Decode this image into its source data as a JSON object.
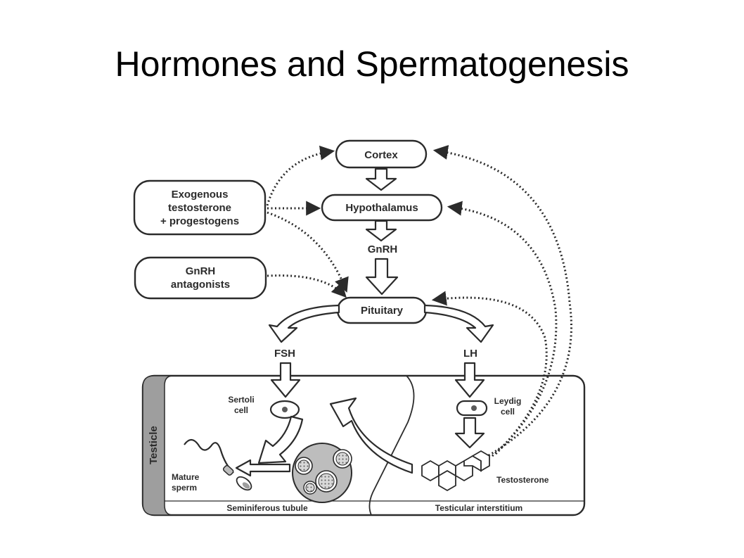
{
  "slide": {
    "title": "Hormones and Spermatogenesis"
  },
  "diagram": {
    "nodes": {
      "cortex": "Cortex",
      "hypothalamus": "Hypothalamus",
      "gnrh": "GnRH",
      "pituitary": "Pituitary",
      "fsh": "FSH",
      "lh": "LH",
      "exogenous_line1": "Exogenous",
      "exogenous_line2": "testosterone",
      "exogenous_line3": "+ progestogens",
      "gnrh_antagonists_line1": "GnRH",
      "gnrh_antagonists_line2": "antagonists",
      "sertoli_line1": "Sertoli",
      "sertoli_line2": "cell",
      "leydig_line1": "Leydig",
      "leydig_line2": "cell",
      "testosterone": "Testosterone",
      "mature_line1": "Mature",
      "mature_line2": "sperm",
      "testicle": "Testicle",
      "seminiferous_tubule": "Seminiferous tubule",
      "testicular_interstitium": "Testicular interstitium"
    },
    "colors": {
      "stroke": "#2b2b2b",
      "testicle_band": "#9e9e9e",
      "tubule_fill": "#bdbdbd"
    }
  }
}
